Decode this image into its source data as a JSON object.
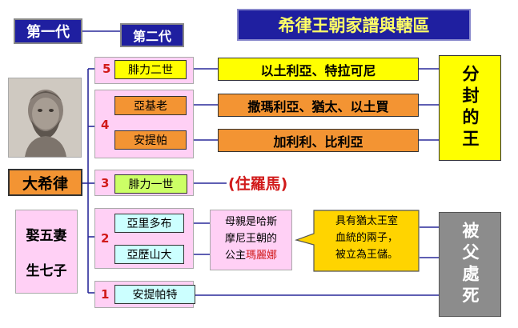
{
  "title": "希律王朝家譜與轄區",
  "gen1_label": "第一代",
  "gen2_label": "第二代",
  "founder": "大希律",
  "wives": [
    "娶五妻",
    "生七子"
  ],
  "branches": [
    {
      "num": "5",
      "sons": [
        "腓力二世"
      ]
    },
    {
      "num": "4",
      "sons": [
        "亞基老",
        "安提帕"
      ]
    },
    {
      "num": "3",
      "sons": [
        "腓力一世"
      ]
    },
    {
      "num": "2",
      "sons": [
        "亞里多布",
        "亞歷山大"
      ]
    },
    {
      "num": "1",
      "sons": [
        "安提帕特"
      ]
    }
  ],
  "territories": [
    "以土利亞、特拉可尼",
    "撒瑪利亞、猶太、以土買",
    "加利利、比利亞"
  ],
  "rome_note": "(住羅馬)",
  "mother_note": {
    "line1": "母親是哈斯",
    "line2": "摩尼王朝的",
    "line3_prefix": "公主",
    "line3_name": "瑪麗娜"
  },
  "heir_note": [
    "具有猶太王室",
    "血統的兩子，",
    "被立為王儲。"
  ],
  "outcome_assigned": "分封的王",
  "outcome_killed": "被父處死",
  "colors": {
    "navy": "#1f1fa0",
    "pink_panel": "#ffd0f5",
    "yellow": "#ffff00",
    "orange": "#f39433",
    "green": "#ccff66",
    "cyan": "#ccffff",
    "gray": "#8c8c8c",
    "red": "#d11a1a"
  }
}
